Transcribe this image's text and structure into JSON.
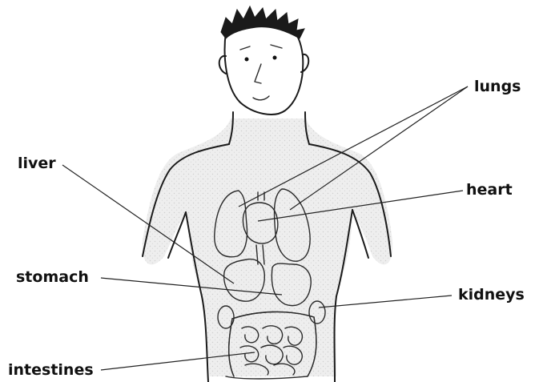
{
  "labels": {
    "lungs": "lungs",
    "liver": "liver",
    "heart": "heart",
    "stomach": "stomach",
    "kidneys": "kidneys",
    "intestines": "intestines"
  },
  "colors": {
    "organ_fill": "#8e8e8e",
    "organ_light": "#b9b9b9",
    "skin_shade": "#e9e9e9",
    "hair": "#1a1a1a",
    "line": "#222222"
  }
}
